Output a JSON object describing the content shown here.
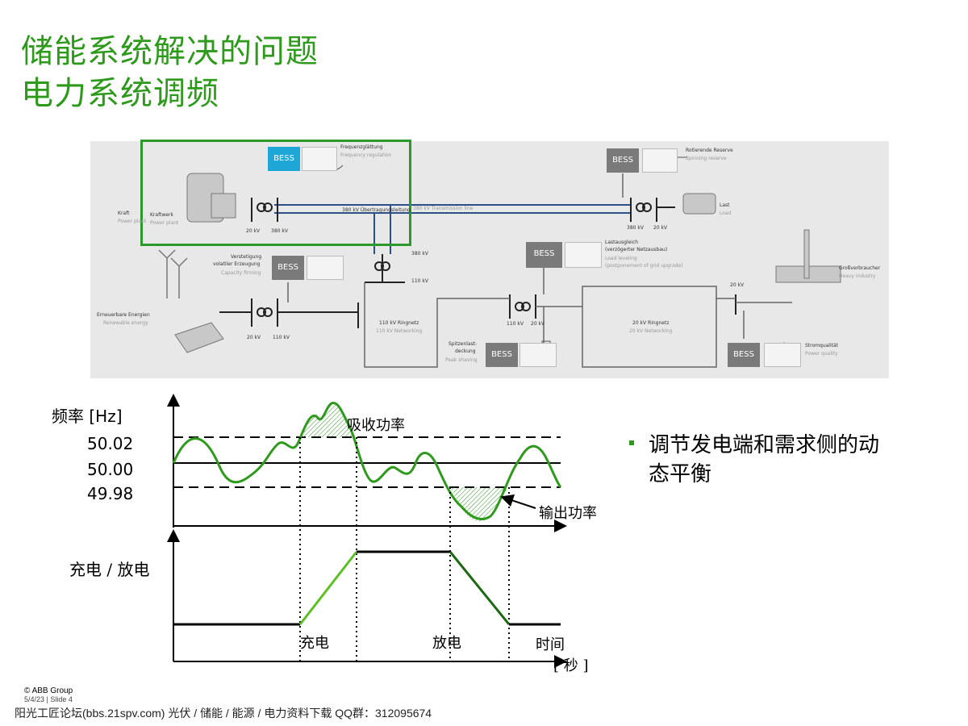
{
  "slide": {
    "title_line1": "储能系统解决的问题",
    "title_line2": "电力系统调频"
  },
  "grid_diagram": {
    "bess_label": "BESS",
    "labels": {
      "freq_reg_de": "Frequenzglättung",
      "freq_reg_en": "Frequency regulation",
      "spin_res_de": "Rotierende Reserve",
      "spin_res_en": "Spinning reserve",
      "kraftwerk": "Kraftwerk",
      "kraft_short": "Kraft",
      "power_plant": "Power plant",
      "kv20": "20 kV",
      "kv380": "380 kV",
      "kv110": "110 kV",
      "trans_de": "380 kV Übertragungsleitung",
      "trans_en": "380 kV Transmission line",
      "last": "Last",
      "load": "Load",
      "cap_de1": "Verstetigung",
      "cap_de2": "volatiler Erzeugung",
      "cap_en": "Capacity firming",
      "level_de1": "Lastausgleich",
      "level_de2": "(verzögerter Netzausbau)",
      "level_en1": "Load leveling",
      "level_en2": "(postponement of grid upgrade)",
      "ind_de": "Großverbraucher",
      "ind_en": "Heavy industry",
      "ren_de": "Erneuerbare Energien",
      "ren_en": "Renewable energy",
      "ring110_de": "110 kV Ringnetz",
      "ring110_en": "110 kV Networking",
      "ring20_de": "20 kV Ringnetz",
      "ring20_en": "20 kV Networking",
      "peak_de1": "Spitzenlast-",
      "peak_de2": "deckung",
      "peak_en": "Peak shaving",
      "pq_de": "Stromqualität",
      "pq_en": "Power quality"
    }
  },
  "freq_chart": {
    "ylabel": "频率 [Hz]",
    "ticks": [
      "50.02",
      "50.00",
      "49.98"
    ],
    "absorb_label": "吸收功率",
    "output_label": "输出功率"
  },
  "charge_chart": {
    "ylabel": "充电 / 放电",
    "charge_label": "充电",
    "discharge_label": "放电",
    "time_label": "时间",
    "unit_label": "[ 秒 ]"
  },
  "bullet": {
    "text": "调节发电端和需求侧的动态平衡"
  },
  "footer": {
    "copyright": "© ABB Group",
    "date_slide": "5/4/23 | Slide 4",
    "forum": "阳光工匠论坛(bbs.21spv.com)    光伏 / 储能 / 能源 / 电力资料下载    QQ群：312095674"
  },
  "colors": {
    "title_green": "#2e9a1c",
    "curve_green": "#2e9a1c",
    "highlight_box": "#2a9a2a",
    "bess_blue": "#1ea7d6",
    "line_blue": "#2a4f8a"
  }
}
